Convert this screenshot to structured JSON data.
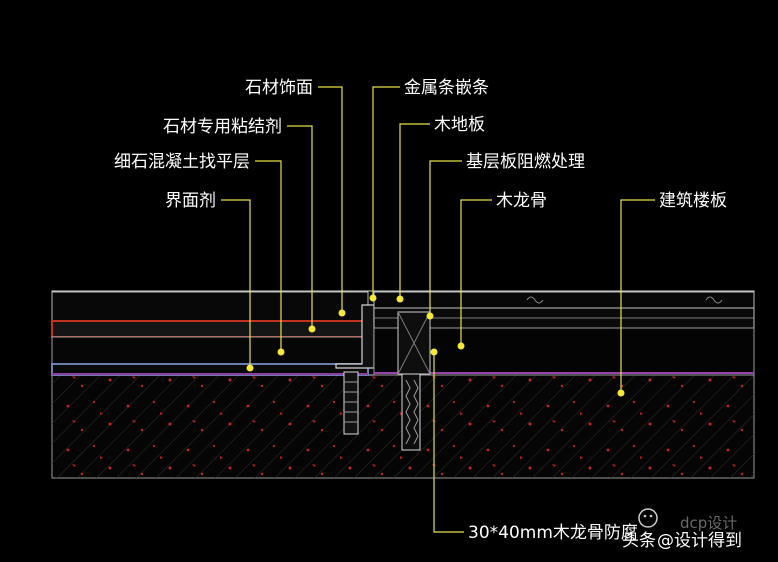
{
  "labels": {
    "stone_finish": "石材饰面",
    "stone_adhesive": "石材专用粘结剂",
    "cement_leveling": "细石混凝土找平层",
    "interface_agent": "界面剂",
    "metal_strip": "金属条嵌条",
    "wood_floor": "木地板",
    "base_fireproof": "基层板阻燃处理",
    "wood_keel": "木龙骨",
    "building_slab": "建筑楼板",
    "keel_note": "30*40mm木龙骨防腐"
  },
  "watermark": {
    "prefix": "头条",
    "handle": "@设计得到",
    "faded": "dcp设计"
  },
  "colors": {
    "background": "#000000",
    "leader": "#e6e04a",
    "dot": "#f5e83a",
    "outline": "#d9d9d9",
    "red_layer": "#c2321f",
    "concrete_dots": "#c0252a"
  }
}
